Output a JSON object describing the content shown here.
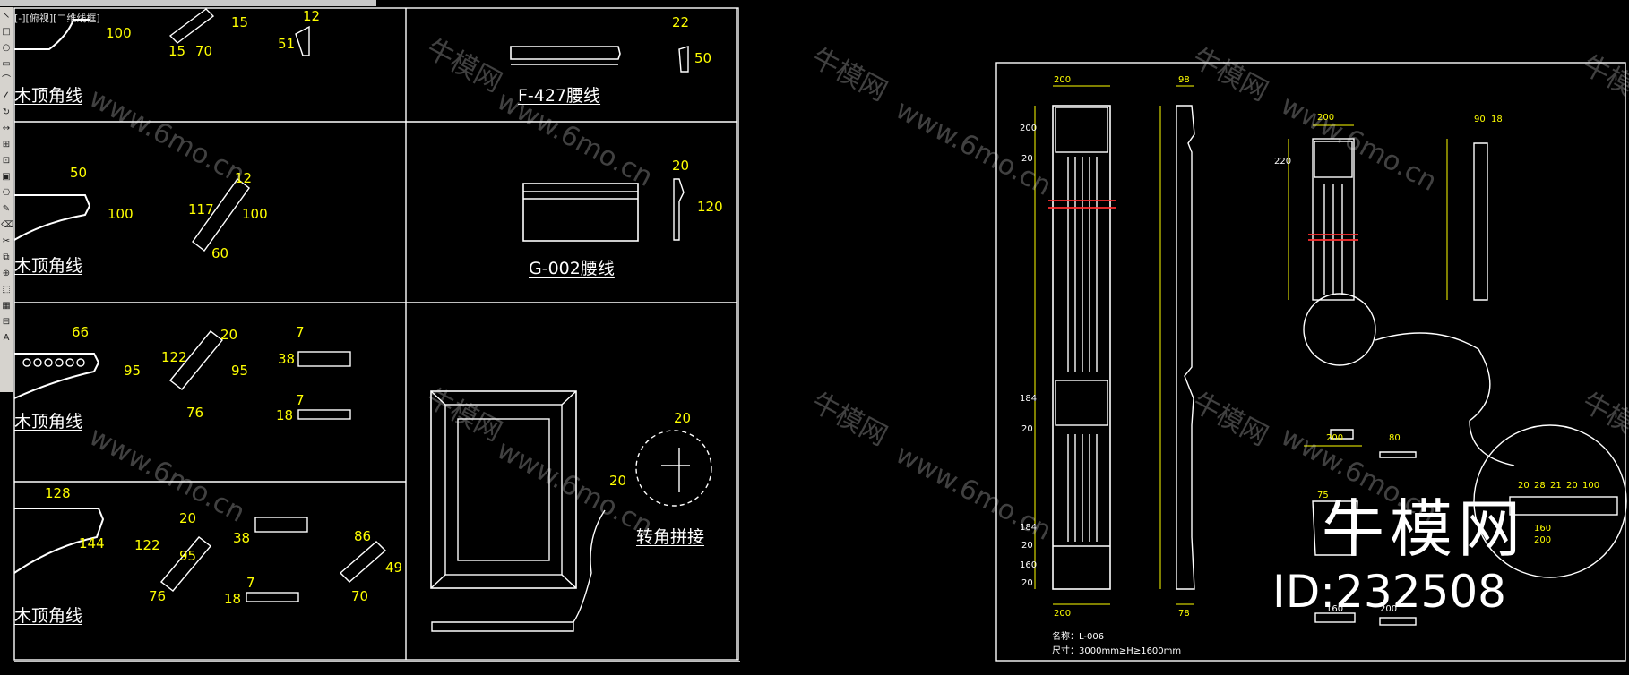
{
  "viewport": {
    "tab_label": "[-][俯视][二维线框]"
  },
  "toolbar": {
    "tools": [
      "↖",
      "□",
      "○",
      "▭",
      "⌒",
      "∠",
      "↻",
      "↔",
      "⊞",
      "⊡",
      "▣",
      "⎔",
      "✎",
      "⌫",
      "✂",
      "⧉",
      "⊕",
      "⬚",
      "▦",
      "⊟",
      "A"
    ]
  },
  "drawing": {
    "crown_labels": [
      "木顶角线",
      "木顶角线",
      "木顶角线",
      "木顶角线"
    ],
    "crown_dims": {
      "row1": [
        "100",
        "15",
        "70",
        "12",
        "15",
        "51"
      ],
      "row2": [
        "50",
        "100",
        "117",
        "12",
        "100",
        "60"
      ],
      "row3": [
        "66",
        "95",
        "122",
        "20",
        "95",
        "76",
        "7",
        "38",
        "7",
        "18"
      ],
      "row4": [
        "128",
        "144",
        "122",
        "20",
        "95",
        "76",
        "38",
        "7",
        "18",
        "86",
        "49",
        "70"
      ]
    },
    "waist": {
      "f427_label": "F-427腰线",
      "f427_dims": [
        "22",
        "50"
      ],
      "g002_label": "G-002腰线",
      "g002_dims": [
        "20",
        "120"
      ]
    },
    "frame": {
      "label": "转角拼接",
      "dims": [
        "20",
        "20"
      ]
    },
    "column": {
      "name": "名称：L-006",
      "size": "尺寸：3000mm≥H≥1600mm",
      "top_dims": [
        "200",
        "98"
      ],
      "bottom_dims": [
        "200",
        "78"
      ],
      "side_dims": [
        "200",
        "20",
        "184",
        "20",
        "184",
        "20",
        "160",
        "20"
      ],
      "small_dims": [
        "200",
        "90",
        "18",
        "220",
        "200",
        "80",
        "160",
        "200",
        "75",
        "20",
        "28",
        "21",
        "20",
        "100",
        "160",
        "200"
      ]
    }
  },
  "watermark": {
    "text_cn": "牛模网",
    "text_url": "www.6mo.cn",
    "brand": "牛模网",
    "id": "ID:232508"
  },
  "colors": {
    "background": "#000000",
    "line": "#ffffff",
    "dimension": "#ffff00",
    "accent": "#ff3030"
  }
}
